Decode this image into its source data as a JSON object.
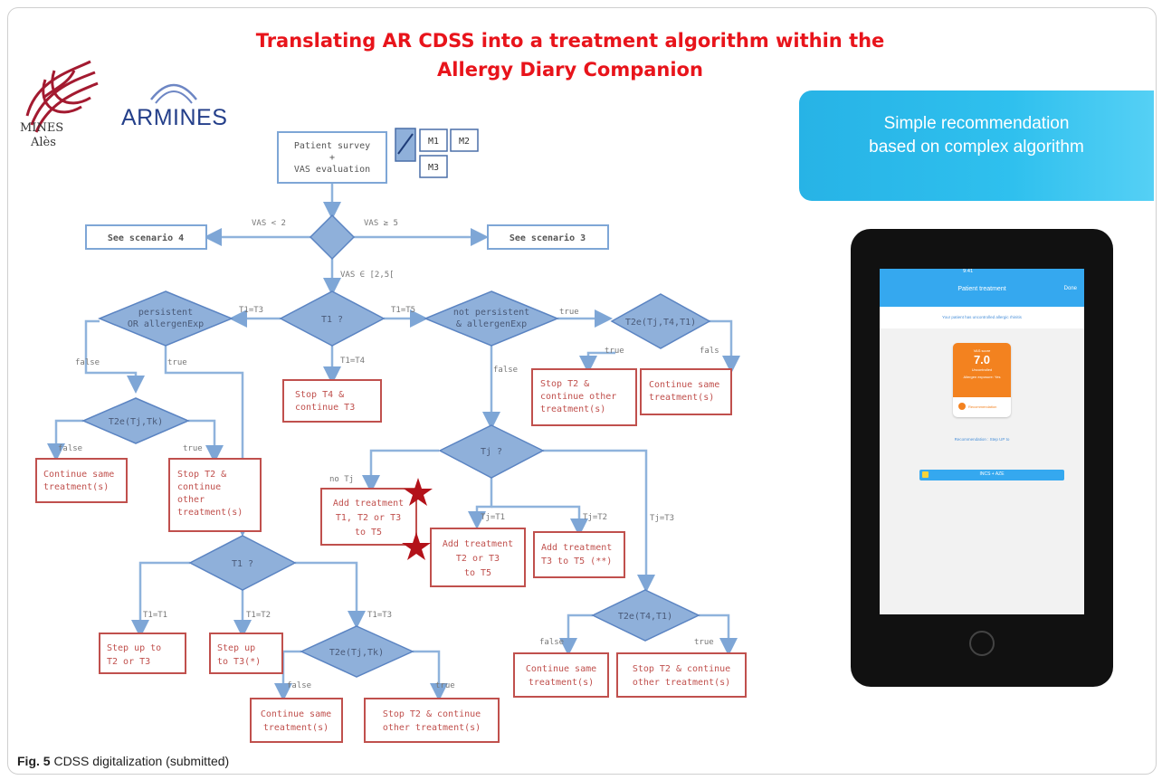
{
  "title": {
    "line1": "Translating AR CDSS into a treatment algorithm within the",
    "line2": "Allergy Diary Companion"
  },
  "logos": {
    "mines": "MINES\nAlès",
    "mines_line1": "MINES",
    "mines_line2": "Alès",
    "armines": "ARMINES"
  },
  "banner": {
    "line1": "Simple recommendation",
    "line2": "based on complex algorithm"
  },
  "legend": [
    "M1",
    "M2",
    "M3"
  ],
  "flow": {
    "start": [
      "Patient survey",
      "+",
      "VAS evaluation"
    ],
    "scenario4": "See scenario 4",
    "scenario3": "See scenario 3",
    "vas_lt": "VAS < 2",
    "vas_ge": "VAS ≥ 5",
    "vas_in": "VAS ∈ [2,5[",
    "t1_q": "T1 ?",
    "t1_t3": "T1=T3",
    "t1_t5": "T1=T5",
    "t1_t4": "T1=T4",
    "persistent_left": [
      "persistent",
      "OR allergenExp"
    ],
    "persistent_right": [
      "not persistent",
      "& allergenExp"
    ],
    "true": "true",
    "false": "false",
    "fals": "fals",
    "t2e_right": "T2e(Tj,T4,T1)",
    "stop_t2_cont": [
      "Stop T2 &",
      "continue other",
      "treatment(s)"
    ],
    "continue_same": [
      "Continue same",
      "treatment(s)"
    ],
    "stop_t4": [
      "Stop T4 &",
      "continue T3"
    ],
    "t2e_left": "T2e(Tj,Tk)",
    "stop_t2_left": [
      "Stop T2 &",
      "continue",
      "other",
      "treatment(s)"
    ],
    "tj_q": "Tj ?",
    "no_tj": "no Tj",
    "tj_t1": "Tj=T1",
    "tj_t2": "Tj=T2",
    "tj_t3": "Tj=T3",
    "add_t1t2t3": [
      "Add treatment",
      "T1, T2 or T3",
      "to T5"
    ],
    "add_t2t3": [
      "Add treatment",
      "T2 or T3",
      "to T5"
    ],
    "add_t3": [
      "Add treatment",
      "T3 to T5 (**)"
    ],
    "t2e_bottom_right": "T2e(T4,T1)",
    "stop_t2_cont_long": [
      "Stop T2 & continue",
      "other treatment(s)"
    ],
    "t1_q2": "T1 ?",
    "t1_eq_t1": "T1=T1",
    "t1_eq_t2": "T1=T2",
    "t1_eq_t3": "T1=T3",
    "step_up_t2t3": [
      "Step up to",
      "T2 or T3"
    ],
    "step_up_t3": [
      "Step up",
      "to T3(*)"
    ],
    "t2e_bottom": "T2e(Tj,Tk)"
  },
  "tablet": {
    "header": "Patient treatment",
    "header_right": "Done",
    "status_time": "9:41",
    "message": "Your patient has uncontrolled allergic rhinitis",
    "card_top": "VAS score",
    "score": "7.0",
    "card_mid": "Uncontrolled",
    "card_bottom": "Allergen exposure: Yes",
    "card_footer": "Recommendation",
    "recommendation": "Recommendation : Step UP to",
    "button": "INCS + AZE"
  },
  "caption": {
    "label": "Fig. 5",
    "text": "CDSS digitalization (submitted)"
  },
  "colors": {
    "title_red": "#e8141b",
    "diamond_fill": "#8fb0da",
    "arrow_blue": "#7ea6d6",
    "box_red": "#c0504d",
    "star_red": "#b3121a",
    "banner_blue": "#2fc0ee",
    "tablet_header": "#35a8ef",
    "card_orange": "#f3821f"
  }
}
